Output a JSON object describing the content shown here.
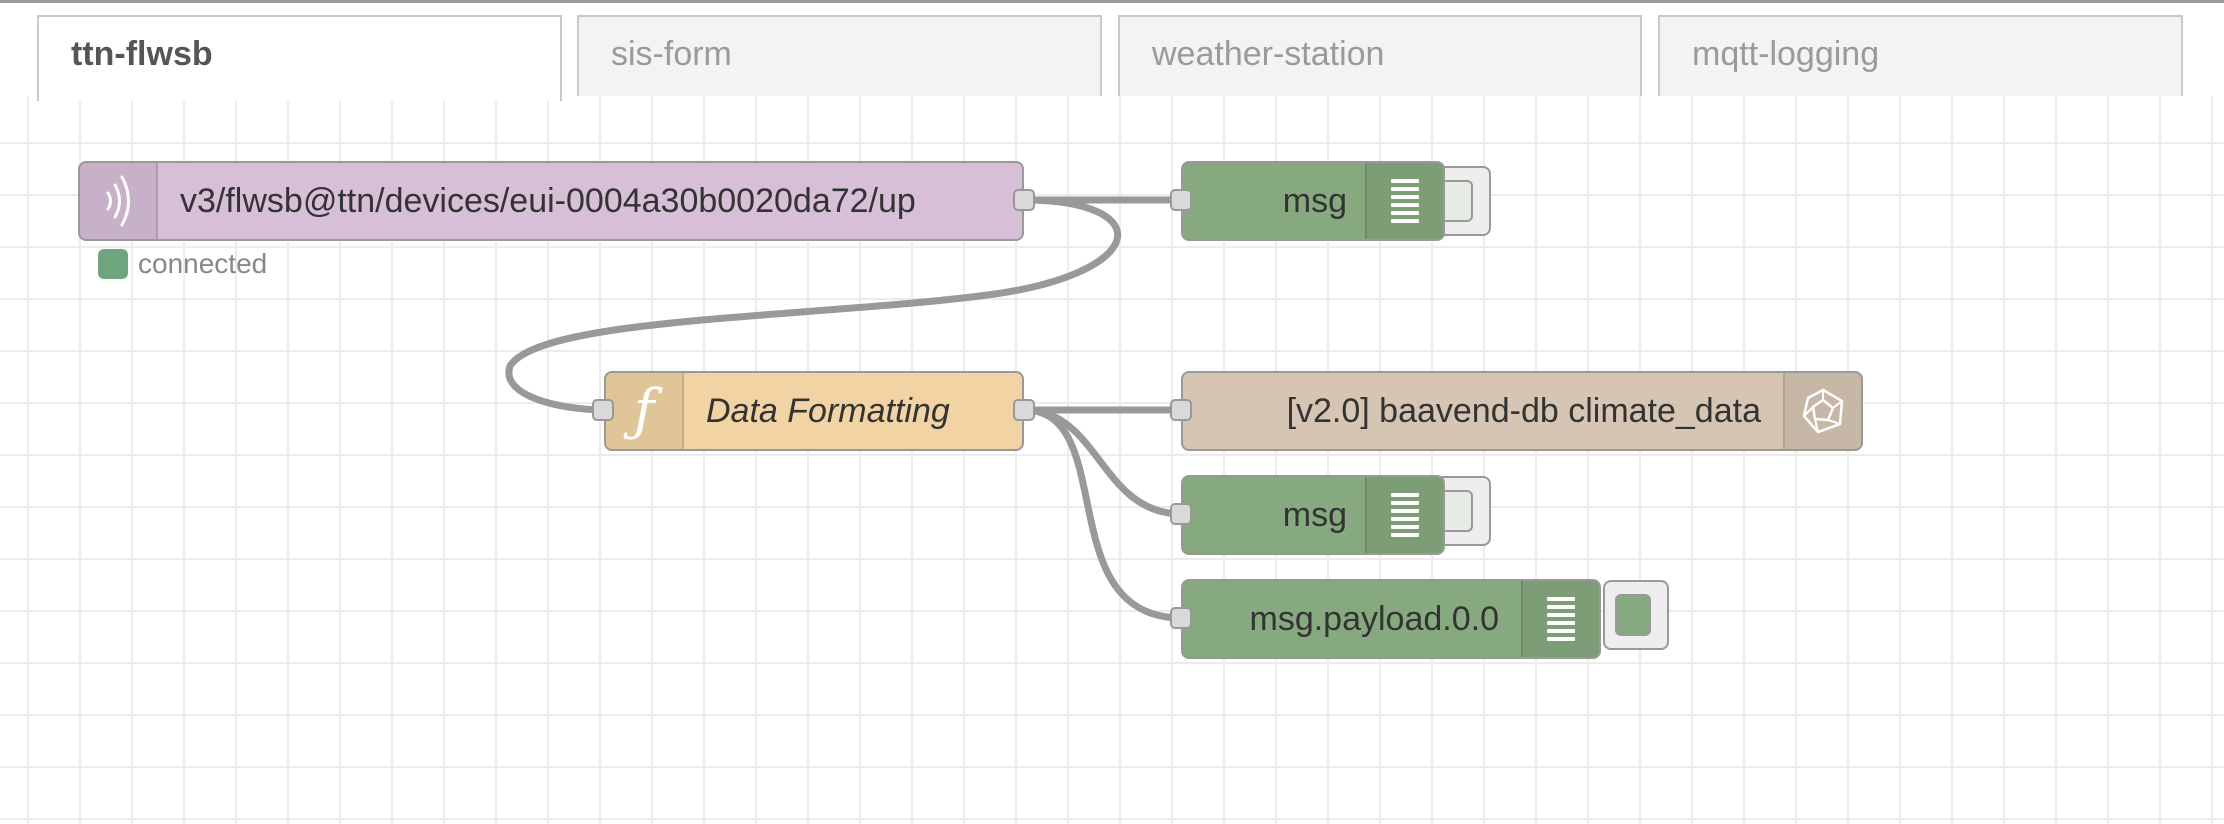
{
  "tabs": [
    {
      "label": "ttn-flwsb",
      "active": true
    },
    {
      "label": "sis-form",
      "active": false
    },
    {
      "label": "weather-station",
      "active": false
    },
    {
      "label": "mqtt-logging",
      "active": false
    }
  ],
  "nodes": {
    "mqtt_in": {
      "label": "v3/flwsb@ttn/devices/eui-0004a30b0020da72/up",
      "status_text": "connected",
      "color": "#d7bfd8",
      "icon": "radio-waves-icon"
    },
    "debug1": {
      "label": "msg",
      "color": "#87a980",
      "icon": "list-lines-icon"
    },
    "function": {
      "label": "Data Formatting",
      "color": "#fdd0a2",
      "icon": "function-icon"
    },
    "db_out": {
      "label": "[v2.0] baavend-db climate_data",
      "color": "#e2d3c2",
      "icon": "database-node-icon"
    },
    "debug2": {
      "label": "msg",
      "color": "#87a980",
      "icon": "list-lines-icon"
    },
    "debug3": {
      "label": "msg.payload.0.0",
      "color": "#87a980",
      "icon": "list-lines-icon"
    }
  },
  "colors": {
    "wire": "#999999",
    "status_connected": "#6fa57e",
    "grid": "#ececec"
  }
}
